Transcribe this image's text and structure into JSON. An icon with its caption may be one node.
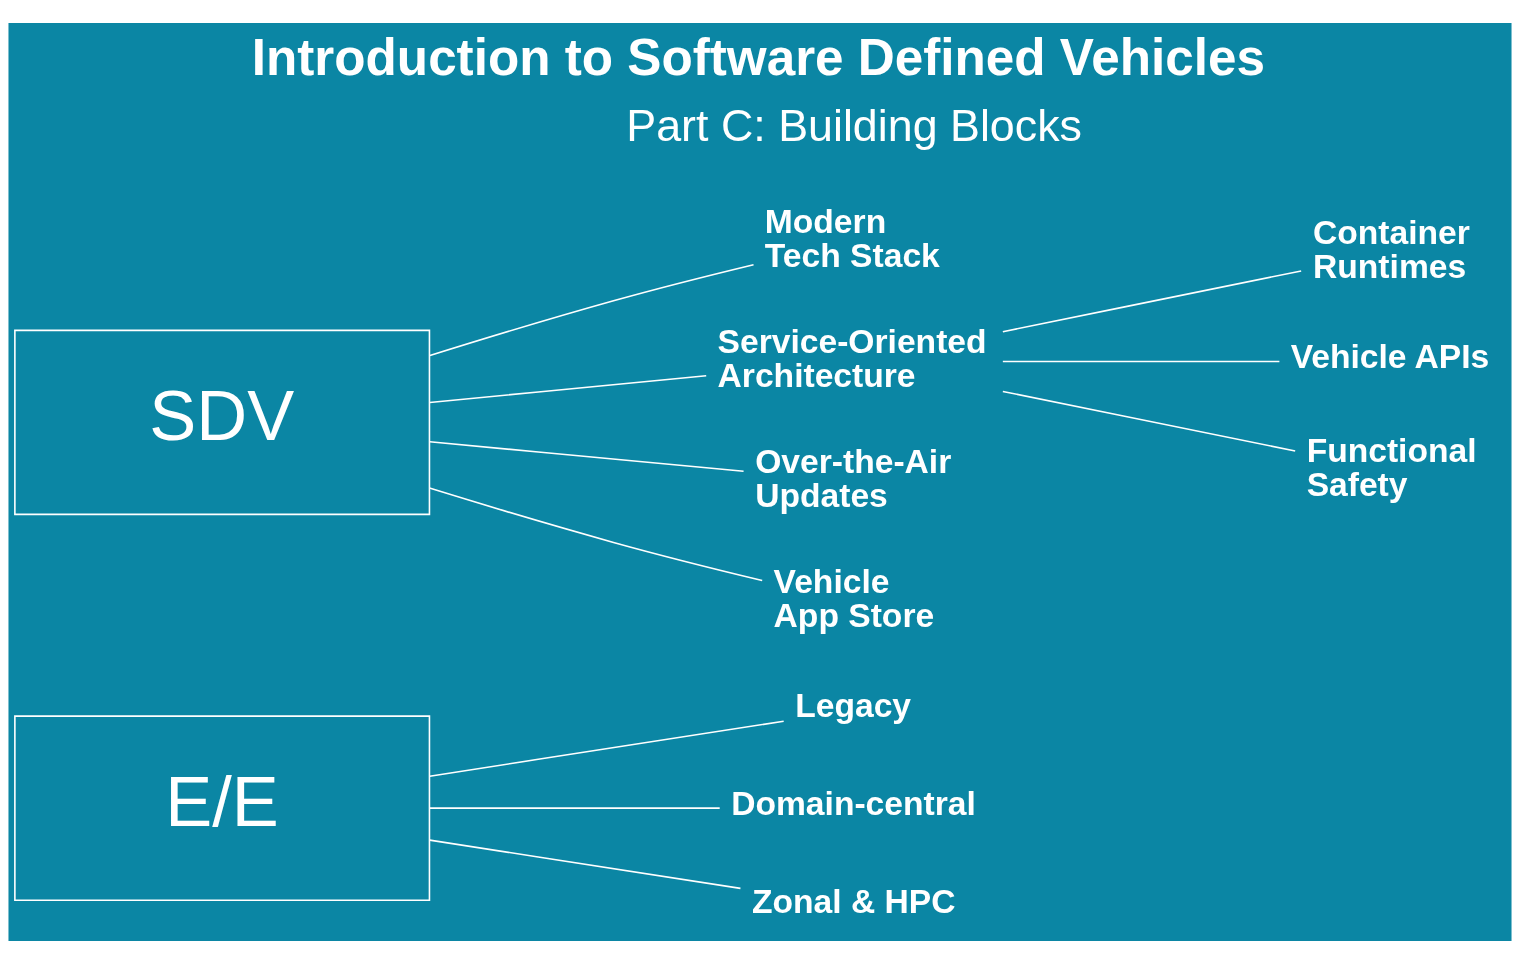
{
  "diagram": {
    "title": "Introduction to Software Defined Vehicles",
    "nodes": [
      {
        "text": [
          "Modern Tech Stack"
        ]
      },
      {
        "text": [
          "Container Runtimes"
        ]
      },
      {
        "text": [
          "Service-Oriented Architecture"
        ]
      },
      {
        "text": [
          "Vehicle APIs"
        ]
      },
      {
        "text": [
          "SDV"
        ]
      },
      {
        "text": [
          "Functional Safety"
        ]
      },
      {
        "text": [
          "Over-the-Air Updates"
        ]
      },
      {
        "text": [
          "E/E"
        ]
      },
      {
        "text": [
          "Vehicle App Store"
        ]
      },
      {
        "text": [
          "Legacy"
        ]
      },
      {
        "text": [
          "Domain-central"
        ]
      },
      {
        "text": [
          "Zonal & HPC"
        ]
      }
    ],
    "edges": [
      {
        "from": 4,
        "to": 0,
        "arrow": "none"
      },
      {
        "from": 4,
        "to": 2,
        "arrow": "none"
      },
      {
        "from": 4,
        "to": 6,
        "arrow": "none"
      },
      {
        "from": 4,
        "to": 8,
        "arrow": "none"
      },
      {
        "from": 2,
        "to": 1,
        "arrow": "none"
      },
      {
        "from": 2,
        "to": 3,
        "arrow": "none"
      },
      {
        "from": 2,
        "to": 5,
        "arrow": "none"
      },
      {
        "from": 7,
        "to": 9,
        "arrow": "none"
      },
      {
        "from": 7,
        "to": 10,
        "arrow": "none"
      },
      {
        "from": 7,
        "to": 11,
        "arrow": "none"
      }
    ],
    "labels": [
      "Part C: Building Blocks"
    ]
  }
}
